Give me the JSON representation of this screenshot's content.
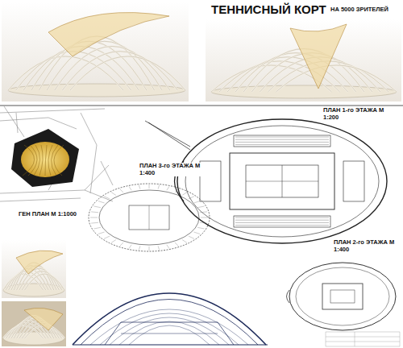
{
  "diagram": {
    "title": "ТЕННИСНЫЙ КОРТ",
    "labels": [
      "НА 5000 ЗРИТЕЛЕЙ",
      "ПЛАН 1-го ЭТАЖА М 1:200",
      "ПЛАН 3-го ЭТАЖА М 1:400",
      "ГЕН ПЛАН М 1:1000",
      "ПЛАН 2-го ЭТАЖА М 1:400"
    ]
  }
}
